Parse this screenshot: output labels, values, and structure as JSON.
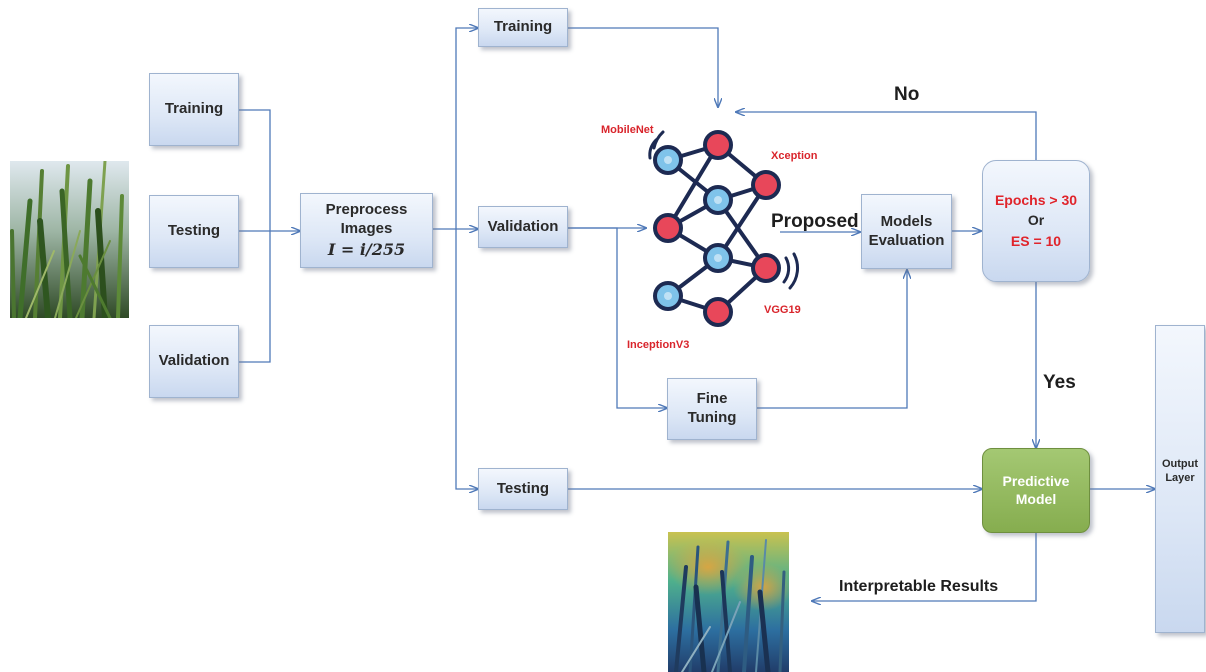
{
  "left_split": {
    "training": "Training",
    "testing": "Testing",
    "validation": "Validation"
  },
  "preprocess": {
    "title_line1": "Preprocess",
    "title_line2": "Images",
    "formula": "I = i/255"
  },
  "branches": {
    "training": "Training",
    "validation": "Validation",
    "testing": "Testing"
  },
  "network": {
    "mobilenet": "MobileNet",
    "xception": "Xception",
    "inceptionv3": "InceptionV3",
    "vgg19": "VGG19",
    "proposed": "Proposed"
  },
  "fine_tuning": {
    "line1": "Fine",
    "line2": "Tuning"
  },
  "models_evaluation": {
    "line1": "Models",
    "line2": "Evaluation"
  },
  "condition": {
    "line1": "Epochs > 30",
    "line2": "Or",
    "line3": "ES = 10"
  },
  "labels": {
    "no": "No",
    "yes": "Yes",
    "interpretable": "Interpretable Results"
  },
  "predictive_model": {
    "line1": "Predictive",
    "line2": "Model"
  },
  "output_layer": {
    "line1": "Output",
    "line2": "Layer"
  },
  "colors": {
    "node_red": "#e8475a",
    "node_blue": "#7fc3ea",
    "node_outline": "#1d2a52",
    "arrow": "#4f79b8",
    "green_box": "#8bb356"
  }
}
